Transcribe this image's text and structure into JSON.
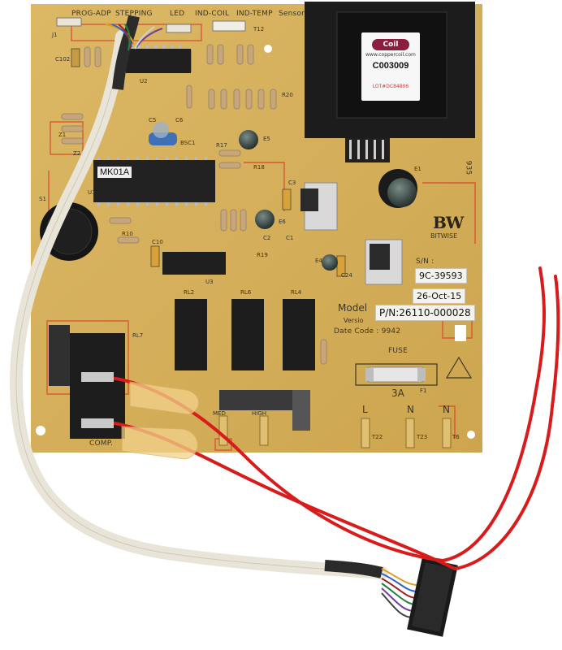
{
  "board": {
    "header_labels": [
      "PROG-ADP",
      "STEPPING",
      "LED",
      "IND-COIL",
      "IND-TEMP",
      "Sensor"
    ],
    "chip_label": "MK01A",
    "brand_logo": "BW",
    "brand_name": "BITWISE",
    "serial_prefix": "S/N :",
    "serial_number": "9C-39593",
    "date": "26-Oct-15",
    "part_number": "P/N:26110-000028",
    "model_label": "Model",
    "version_label": "Versio",
    "date_code": "Date Code : 9942",
    "fuse_label": "FUSE",
    "fuse_rating": "3A",
    "terminal_labels": [
      "L",
      "N",
      "N"
    ],
    "terminal_ids": [
      "T22",
      "T23",
      "T6"
    ],
    "speed_labels": [
      "MED",
      "HIGH"
    ],
    "relay_labels": [
      "RL2",
      "RL6",
      "RL4",
      "RL7"
    ],
    "comp_label": "COMP.",
    "corner_code": "935",
    "component_refs": [
      "U1",
      "U2",
      "U3",
      "C102",
      "Z1",
      "Z2",
      "BSC1",
      "R20",
      "R17",
      "R18",
      "R19",
      "R10",
      "C5",
      "C6",
      "C10",
      "C3",
      "C2",
      "C1",
      "C24",
      "E1",
      "E4",
      "E5",
      "E6",
      "S1",
      "J1",
      "T12",
      "F1"
    ]
  },
  "transformer": {
    "brand": "Coil",
    "website": "www.coppercoil.com",
    "part_number": "C003009",
    "lot": "LOT#DC84806"
  },
  "colors": {
    "pcb": "#d6b05a",
    "silkscreen": "#3b3522",
    "trace_red": "#d9482b",
    "wire_red": "#d81b1b",
    "cable_sheath": "#ece7dc",
    "transformer": "#1c1c1c"
  }
}
